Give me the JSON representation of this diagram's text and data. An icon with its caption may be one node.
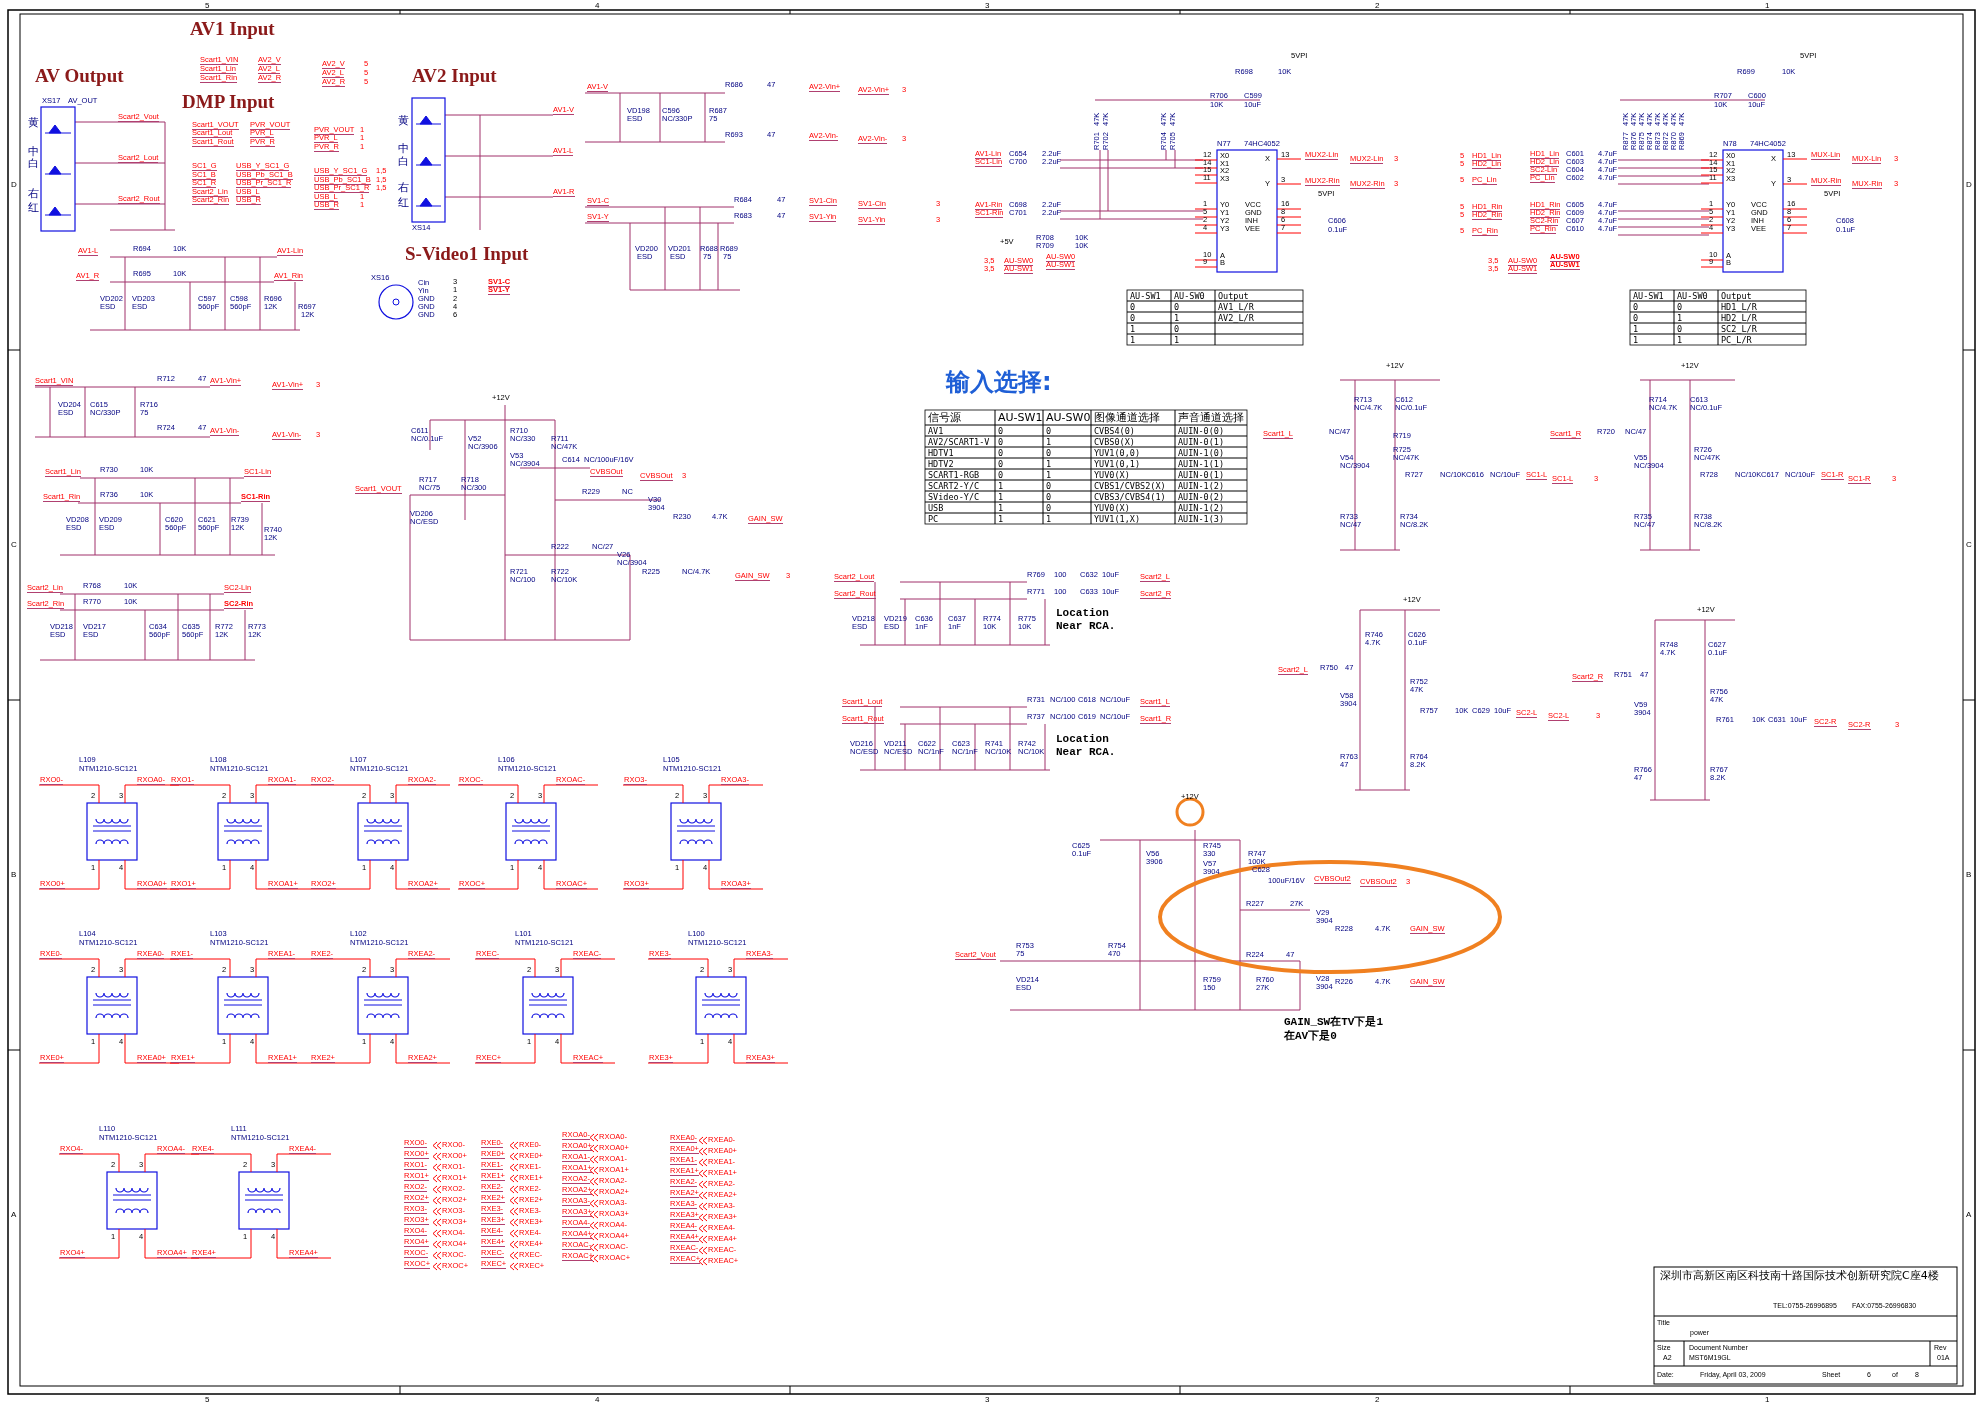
{
  "diagram": {
    "labels": [
      "AV1 Input",
      "Scart1_VIN",
      "AV2_V",
      "AV2_V",
      "5",
      "Scart1_Lin",
      "AV2_L",
      "AV2_L",
      "5",
      "Scart1_Rin",
      "AV2_R",
      "AV2_R",
      "5",
      "AV Output",
      "DMP Input",
      "AV2 Input",
      "XS17",
      "AV_OUT",
      "黄",
      "Scart2_Vout",
      "中",
      "白",
      "Scart2_Lout",
      "右",
      "红",
      "Scart2_Rout",
      "Scart1_VOUT",
      "PVR_VOUT",
      "PVR_VOUT",
      "1",
      "Scart1_Lout",
      "PVR_L",
      "PVR_L",
      "1",
      "Scart1_Rout",
      "PVR_R",
      "PVR_R",
      "1",
      "SC1_G",
      "USB_Y_SC1_G",
      "USB_Y_SC1_G",
      "1,5",
      "SC1_B",
      "USB_Pb_SC1_B",
      "USB_Pb_SC1_B",
      "1,5",
      "SC1_R",
      "USB_Pr_SC1_R",
      "USB_Pr_SC1_R",
      "1,5",
      "Scart2_Lin",
      "USB_L",
      "USB_L",
      "1",
      "Scart2_Rin",
      "USB_R",
      "USB_R",
      "1",
      "黄",
      "中",
      "白",
      "右",
      "红",
      "XS14",
      "AV1-V",
      "AV1-L",
      "AV1-R",
      "AV1-L",
      "R694",
      "10K",
      "AV1-Lin",
      "AV1_R",
      "R695",
      "10K",
      "AV1_Rin",
      "VD202",
      "ESD",
      "VD203",
      "ESD",
      "C597",
      "560pF",
      "C598",
      "560pF",
      "R696",
      "12K",
      "R697",
      "12K",
      "AV1-V",
      "R686",
      "47",
      "VD198",
      "ESD",
      "C596",
      "NC/330P",
      "R687",
      "75",
      "R693",
      "47",
      "AV2-Vin+",
      "AV2-Vin+",
      "3",
      "AV2-Vin-",
      "AV2-Vin-",
      "3",
      "SV1-C",
      "R684",
      "47",
      "SV1-Y",
      "R683",
      "47",
      "VD200",
      "ESD",
      "VD201",
      "ESD",
      "R688",
      "75",
      "R689",
      "75",
      "SV1-Cin",
      "SV1-Cin",
      "3",
      "SV1-Yin",
      "SV1-Yin",
      "3",
      "S-Video1 Input",
      "XS16",
      "Cin",
      "Yin",
      "GND",
      "GND",
      "GND",
      "3",
      "1",
      "2",
      "4",
      "6",
      "SV1-C",
      "SV1-Y",
      "Scart1_VIN",
      "R712",
      "47",
      "AV1-Vin+",
      "AV1-Vin+",
      "3",
      "VD204",
      "ESD",
      "C615",
      "NC/330P",
      "R716",
      "75",
      "R724",
      "47",
      "AV1-Vin-",
      "AV1-Vin-",
      "3",
      "Scart1_Lin",
      "R730",
      "10K",
      "SC1-Lin",
      "Scart1_Rin",
      "R736",
      "10K",
      "SC1-Rin",
      "VD208",
      "ESD",
      "VD209",
      "ESD",
      "C620",
      "560pF",
      "C621",
      "560pF",
      "R739",
      "12K",
      "R740",
      "12K",
      "Scart2_Lin",
      "R768",
      "10K",
      "SC2-Lin",
      "Scart2_Rin",
      "R770",
      "10K",
      "SC2-Rin",
      "VD218",
      "ESD",
      "VD217",
      "ESD",
      "C634",
      "560pF",
      "C635",
      "560pF",
      "R772",
      "12K",
      "R773",
      "12K",
      "+12V",
      "C611",
      "NC/0.1uF",
      "V52",
      "NC/3906",
      "R710",
      "NC/330",
      "R711",
      "NC/47K",
      "V53",
      "NC/3904",
      "C614",
      "NC/100uF/16V",
      "CVBSOut",
      "CVBSOut",
      "3",
      "Scart1_VOUT",
      "R717",
      "NC/75",
      "R718",
      "NC/300",
      "R229",
      "NC",
      "V30",
      "3904",
      "R230",
      "4.7K",
      "GAIN_SW",
      "VD206",
      "NC/ESD",
      "R222",
      "NC/27",
      "V26",
      "NC/3904",
      "R721",
      "NC/100",
      "R722",
      "NC/10K",
      "R225",
      "NC/4.7K",
      "GAIN_SW",
      "3",
      "5VPI",
      "R698",
      "10K",
      "47K",
      "R701",
      "47K",
      "R702",
      "47K",
      "R704",
      "47K",
      "R705",
      "R706",
      "10K",
      "C599",
      "10uF",
      "N77",
      "74HC4052",
      "AV1-Lin",
      "C654",
      "2.2uF",
      "SC1-Lin",
      "C700",
      "2.2uF",
      "AV1-Rin",
      "C698",
      "2.2uF",
      "SC1-Rin",
      "C701",
      "2.2uF",
      "12",
      "X0",
      "14",
      "X1",
      "15",
      "X2",
      "11",
      "X3",
      "1",
      "Y0",
      "5",
      "Y1",
      "2",
      "Y2",
      "4",
      "Y3",
      "10",
      "A",
      "9",
      "B",
      "X",
      "13",
      "Y",
      "3",
      "VCC",
      "16",
      "GND",
      "8",
      "INH",
      "6",
      "VEE",
      "7",
      "MUX2-Lin",
      "MUX2-Lin",
      "3",
      "MUX2-Rin",
      "MUX2-Rin",
      "3",
      "5VPI",
      "C606",
      "0.1uF",
      "+5V",
      "R708",
      "10K",
      "R709",
      "10K",
      "3,5",
      "AU-SW0",
      "AU-SW0",
      "3,5",
      "AU-SW1",
      "AU-SW1",
      "AU-SW1",
      "AU-SW0",
      "Output",
      "0",
      "0",
      "AV1_L/R",
      "0",
      "1",
      "AV2_L/R",
      "1",
      "0",
      "1",
      "1",
      "5VPI",
      "R699",
      "10K",
      "47K",
      "R877",
      "47K",
      "R876",
      "47K",
      "R875",
      "47K",
      "R874",
      "47K",
      "R873",
      "47K",
      "R872",
      "47K",
      "R870",
      "47K",
      "R869",
      "R707",
      "10K",
      "C600",
      "10uF",
      "N78",
      "74HC4052",
      "5",
      "HD1_Lin",
      "HD1_Lin",
      "C601",
      "4.7uF",
      "5",
      "HD2_Lin",
      "HD2_Lin",
      "C603",
      "4.7uF",
      "SC2-Lin",
      "C604",
      "4.7uF",
      "5",
      "PC_Lin",
      "PC_Lin",
      "C602",
      "4.7uF",
      "5",
      "HD1_Rin",
      "HD1_Rin",
      "C605",
      "4.7uF",
      "5",
      "HD2_Rin",
      "HD2_Rin",
      "C609",
      "4.7uF",
      "SC2-Rin",
      "C607",
      "4.7uF",
      "5",
      "PC_Rin",
      "PC_Rin",
      "C610",
      "4.7uF",
      "12",
      "X0",
      "14",
      "X1",
      "15",
      "X2",
      "11",
      "X3",
      "1",
      "Y0",
      "5",
      "Y1",
      "2",
      "Y2",
      "4",
      "Y3",
      "10",
      "A",
      "9",
      "B",
      "X",
      "13",
      "Y",
      "3",
      "VCC",
      "16",
      "GND",
      "8",
      "INH",
      "6",
      "VEE",
      "7",
      "MUX-Lin",
      "MUX-Lin",
      "3",
      "MUX-Rin",
      "MUX-Rin",
      "3",
      "5VPI",
      "C608",
      "0.1uF",
      "3,5",
      "AU-SW0",
      "AU-SW0",
      "3,5",
      "AU-SW1",
      "AU-SW1",
      "AU-SW1",
      "AU-SW0",
      "Output",
      "0",
      "0",
      "HD1_L/R",
      "0",
      "1",
      "HD2_L/R",
      "1",
      "0",
      "SC2_L/R",
      "1",
      "1",
      "PC_L/R",
      "输入选择:",
      "信号源",
      "AU-SW1",
      "AU-SW0",
      "图像通道选择",
      "声音通道选择",
      "AV1",
      "0",
      "0",
      "CVBS4(0)",
      "AUIN-0(0)",
      "AV2/SCART1-V",
      "0",
      "1",
      "CVBS0(X)",
      "AUIN-0(1)",
      "HDTV1",
      "0",
      "0",
      "YUV1(0,0)",
      "AUIN-1(0)",
      "HDTV2",
      "0",
      "1",
      "YUV1(0,1)",
      "AUIN-1(1)",
      "SCART1-RGB",
      "0",
      "1",
      "YUV0(X)",
      "AUIN-0(1)",
      "SCART2-Y/C",
      "1",
      "0",
      "CVBS1/CVBS2(X)",
      "AUIN-1(2)",
      "SVideo-Y/C",
      "1",
      "0",
      "CVBS3/CVBS4(1)",
      "AUIN-0(2)",
      "USB",
      "1",
      "0",
      "YUV0(X)",
      "AUIN-1(2)",
      "PC",
      "1",
      "1",
      "YUV1(1,X)",
      "AUIN-1(3)",
      "+12V",
      "R713",
      "NC/4.7K",
      "C612",
      "NC/0.1uF",
      "Scart1_L",
      "NC/47",
      "R719",
      "V54",
      "NC/3904",
      "R725",
      "NC/47K",
      "R727",
      "NC/10K",
      "C616",
      "NC/10uF",
      "SC1-L",
      "SC1-L",
      "3",
      "R733",
      "NC/47",
      "R734",
      "NC/8.2K",
      "+12V",
      "R714",
      "NC/4.7K",
      "C613",
      "NC/0.1uF",
      "Scart1_R",
      "R720",
      "NC/47",
      "V55",
      "NC/3904",
      "R726",
      "NC/47K",
      "R728",
      "NC/10K",
      "C617",
      "NC/10uF",
      "SC1-R",
      "SC1-R",
      "3",
      "R735",
      "NC/47",
      "R738",
      "NC/8.2K",
      "Scart2_Lout",
      "R769",
      "100",
      "C632",
      "10uF",
      "Scart2_L",
      "Scart2_Rout",
      "R771",
      "100",
      "C633",
      "10uF",
      "Scart2_R",
      "VD218",
      "ESD",
      "VD219",
      "ESD",
      "C636",
      "1nF",
      "C637",
      "1nF",
      "R774",
      "10K",
      "R775",
      "10K",
      "Location Near RCA.",
      "Scart1_Lout",
      "R731",
      "NC/100",
      "C618",
      "NC/10uF",
      "Scart1_L",
      "Scart1_Rout",
      "R737",
      "NC/100",
      "C619",
      "NC/10uF",
      "Scart1_R",
      "VD216",
      "NC/ESD",
      "VD211",
      "NC/ESD",
      "C622",
      "NC/1nF",
      "C623",
      "NC/1nF",
      "R741",
      "NC/10K",
      "R742",
      "NC/10K",
      "Location Near RCA.",
      "+12V",
      "R746",
      "4.7K",
      "C626",
      "0.1uF",
      "Scart2_L",
      "R750",
      "47",
      "R752",
      "47K",
      "V58",
      "3904",
      "R757",
      "10K",
      "C629",
      "10uF",
      "SC2-L",
      "SC2-L",
      "3",
      "R763",
      "47",
      "R764",
      "8.2K",
      "+12V",
      "R748",
      "4.7K",
      "C627",
      "0.1uF",
      "Scart2_R",
      "R751",
      "47",
      "R756",
      "47K",
      "V59",
      "3904",
      "R761",
      "10K",
      "C631",
      "10uF",
      "SC2-R",
      "SC2-R",
      "3",
      "R766",
      "47",
      "R767",
      "8.2K",
      "+12V",
      "C625",
      "0.1uF",
      "V56",
      "3906",
      "R745",
      "330",
      "R747",
      "100K",
      "V57",
      "3904",
      "C628",
      "100uF/16V",
      "CVBSOut2",
      "CVBSOut2",
      "3",
      "R227",
      "27K",
      "V29",
      "3904",
      "R228",
      "4.7K",
      "GAIN_SW",
      "Scart2_Vout",
      "R753",
      "75",
      "R754",
      "470",
      "R224",
      "47",
      "V28",
      "3904",
      "VD214",
      "ESD",
      "R759",
      "150",
      "R760",
      "27K",
      "R226",
      "4.7K",
      "GAIN_SW",
      "GAIN_SW在TV下是1",
      "在AV下是0",
      "L109",
      "NTM1210-SC121",
      "RXO0-",
      "RXOA0-",
      "2",
      "3",
      "1",
      "4",
      "RXO0+",
      "RXOA0+",
      "L108",
      "NTM1210-SC121",
      "RXO1-",
      "RXOA1-",
      "2",
      "3",
      "1",
      "4",
      "RXO1+",
      "RXOA1+",
      "L107",
      "NTM1210-SC121",
      "RXO2-",
      "RXOA2-",
      "2",
      "3",
      "1",
      "4",
      "RXO2+",
      "RXOA2+",
      "L106",
      "NTM1210-SC121",
      "RXOC-",
      "RXOAC-",
      "2",
      "3",
      "1",
      "4",
      "RXOC+",
      "RXOAC+",
      "L105",
      "NTM1210-SC121",
      "RXO3-",
      "RXOA3-",
      "2",
      "3",
      "1",
      "4",
      "RXO3+",
      "RXOA3+",
      "L104",
      "NTM1210-SC121",
      "RXE0-",
      "RXEA0-",
      "2",
      "3",
      "1",
      "4",
      "RXE0+",
      "RXEA0+",
      "L103",
      "NTM1210-SC121",
      "RXE1-",
      "RXEA1-",
      "2",
      "3",
      "1",
      "4",
      "RXE1+",
      "RXEA1+",
      "L102",
      "NTM1210-SC121",
      "RXE2-",
      "RXEA2-",
      "2",
      "3",
      "1",
      "4",
      "RXE2+",
      "RXEA2+",
      "L101",
      "NTM1210-SC121",
      "RXEC-",
      "RXEAC-",
      "2",
      "3",
      "1",
      "4",
      "RXEC+",
      "RXEAC+",
      "L100",
      "NTM1210-SC121",
      "RXE3-",
      "RXEA3-",
      "2",
      "3",
      "1",
      "4",
      "RXE3+",
      "RXEA3+",
      "L110",
      "NTM1210-SC121",
      "RXO4-",
      "RXOA4-",
      "2",
      "3",
      "1",
      "4",
      "RXO4+",
      "RXOA4+",
      "L111",
      "NTM1210-SC121",
      "RXE4-",
      "RXEA4-",
      "2",
      "3",
      "1",
      "4",
      "RXE4+",
      "RXEA4+",
      "RXO0-",
      "RXO0-",
      "RXO0+",
      "RXO0+",
      "RXO1-",
      "RXO1-",
      "RXO1+",
      "RXO1+",
      "RXO2-",
      "RXO2-",
      "RXO2+",
      "RXO2+",
      "RXO3-",
      "RXO3-",
      "RXO3+",
      "RXO3+",
      "RXO4-",
      "RXO4-",
      "RXO4+",
      "RXO4+",
      "RXOC-",
      "RXOC-",
      "RXOC+",
      "RXOC+",
      "RXE0-",
      "RXE0-",
      "RXE0+",
      "RXE0+",
      "RXE1-",
      "RXE1-",
      "RXE1+",
      "RXE1+",
      "RXE2-",
      "RXE2-",
      "RXE2+",
      "RXE2+",
      "RXE3-",
      "RXE3-",
      "RXE3+",
      "RXE3+",
      "RXE4-",
      "RXE4-",
      "RXE4+",
      "RXE4+",
      "RXEC-",
      "RXEC-",
      "RXEC+",
      "RXEC+",
      "RXOA0-",
      "RXOA0-",
      "RXOA0+",
      "RXOA0+",
      "RXOA1-",
      "RXOA1-",
      "RXOA1+",
      "RXOA1+",
      "RXOA2-",
      "RXOA2-",
      "RXOA2+",
      "RXOA2+",
      "RXOA3-",
      "RXOA3-",
      "RXOA3+",
      "RXOA3+",
      "RXOA4-",
      "RXOA4-",
      "RXOA4+",
      "RXOA4+",
      "RXOAC-",
      "RXOAC-",
      "RXOAC+",
      "RXOAC+",
      "RXEA0-",
      "RXEA0-",
      "RXEA0+",
      "RXEA0+",
      "RXEA1-",
      "RXEA1-",
      "RXEA1+",
      "RXEA1+",
      "RXEA2-",
      "RXEA2-",
      "RXEA2+",
      "RXEA2+",
      "RXEA3-",
      "RXEA3-",
      "RXEA3+",
      "RXEA3+",
      "RXEA4-",
      "RXEA4-",
      "RXEA4+",
      "RXEA4+",
      "RXEAC-",
      "RXEAC-",
      "RXEAC+",
      "RXEAC+",
      "深圳市高新区南区科技南十路国际技术创新研究院C座4楼",
      "TEL:0755-26996895",
      "FAX:0755-26996830",
      "Title",
      "power",
      "Size",
      "A2",
      "Document Number",
      "MST6M19GL",
      "Rev",
      "01A",
      "Date:",
      "Friday, April 03, 2009",
      "Sheet",
      "6",
      "of",
      "8",
      "5",
      "4",
      "3",
      "2",
      "1",
      "D",
      "C",
      "B",
      "A",
      "D",
      "C",
      "B",
      "A",
      "5",
      "4",
      "3",
      "2",
      "1"
    ]
  }
}
